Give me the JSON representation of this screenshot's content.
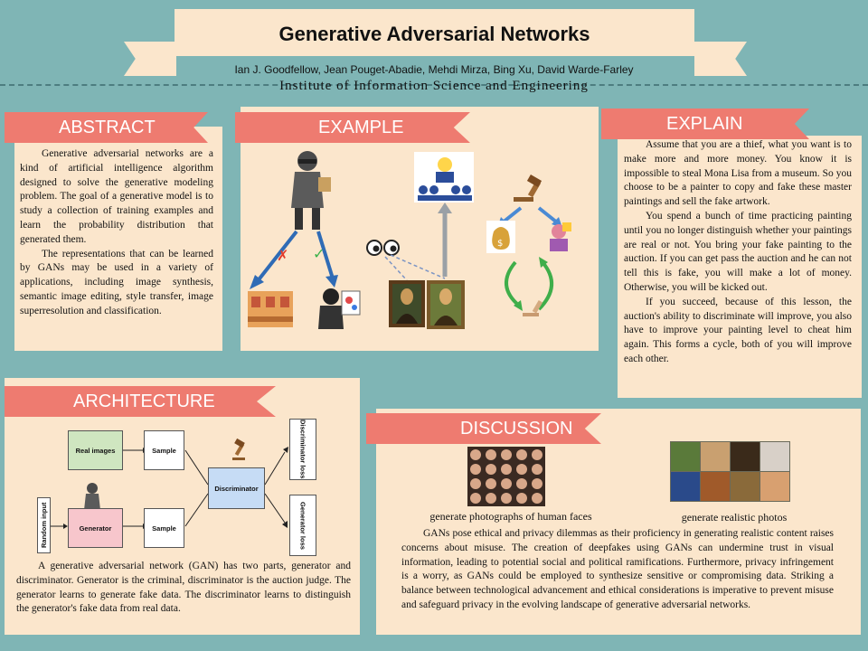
{
  "header": {
    "title": "Generative Adversarial Networks",
    "authors": "Ian J. Goodfellow, Jean Pouget-Abadie, Mehdi Mirza, Bing Xu, David Warde-Farley",
    "institute": "Institute of Information Science and Engineering"
  },
  "abstract": {
    "heading": "ABSTRACT",
    "p1": "Generative adversarial networks are a kind of artificial intelligence algorithm designed to solve the generative modeling problem. The goal of a generative model is to study a collection of training examples and learn the probability distribution that generated them.",
    "p2": "The representations that can be learned by GANs may be used in a variety of applications, including image synthesis, semantic image editing, style transfer, image superresolution and classification."
  },
  "example": {
    "heading": "EXAMPLE"
  },
  "explain": {
    "heading": "EXPLAIN",
    "p1": "Assume that you are a thief, what you want is to make more and more money. You know it is impossible to steal Mona Lisa from a museum. So you choose to be a painter to copy and fake these master paintings and sell the fake artwork.",
    "p2": "You spend a bunch of time practicing painting until you no longer distinguish whether your paintings are real or not. You bring your fake painting to the auction. If you can get pass the auction and he can not tell this is fake, you will make a lot of money. Otherwise, you will be kicked out.",
    "p3": "If you succeed, because of this lesson, the auction's ability to discriminate will improve, you also have to improve your painting level to cheat him again. This forms a cycle, both of you will improve each other."
  },
  "architecture": {
    "heading": "ARCHITECTURE",
    "boxes": {
      "real_images": "Real images",
      "sample_top": "Sample",
      "sample_bottom": "Sample",
      "random_input": "Random input",
      "generator": "Generator",
      "discriminator": "Discriminator",
      "discriminator_loss": "Discriminator loss",
      "generator_loss": "Generator loss"
    },
    "text": "A generative adversarial network (GAN) has two parts, generator and discriminator. Generator is the criminal, discriminator is the auction judge. The generator learns to generate fake data. The discriminator learns to distinguish the generator's fake data from real data."
  },
  "discussion": {
    "heading": "DISCUSSION",
    "caption_faces": "generate photographs of human faces",
    "caption_photos": "generate realistic photos",
    "text": "GANs pose ethical and privacy dilemmas as their proficiency in generating realistic content raises concerns about misuse. The creation of deepfakes using GANs can undermine trust in visual information, leading to potential social and political ramifications. Furthermore, privacy infringement is a worry, as GANs could be employed to synthesize sensitive or compromising data. Striking a balance between technological advancement and ethical considerations is imperative to prevent misuse and safeguard privacy in the evolving landscape of generative adversarial networks."
  },
  "colors": {
    "background": "#7fb5b5",
    "panel": "#fbe6cc",
    "ribbon": "#ee7b70"
  }
}
